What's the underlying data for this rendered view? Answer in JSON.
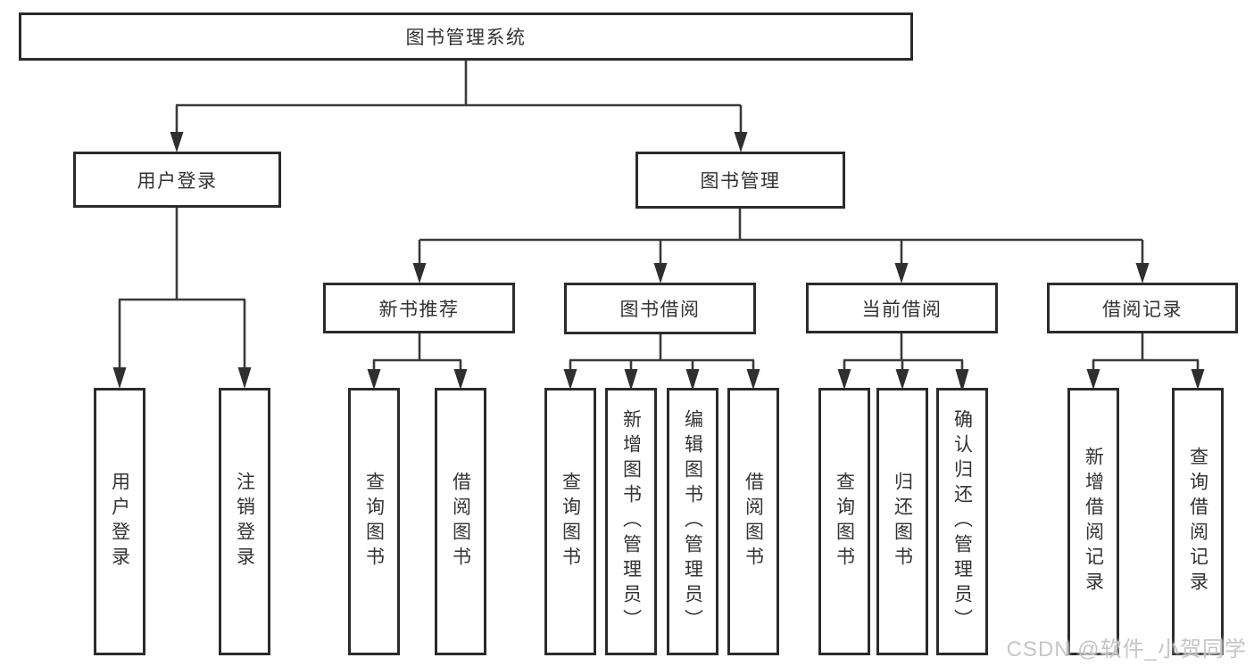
{
  "tree": {
    "root": {
      "label": "图书管理系统",
      "children": [
        {
          "label": "用户登录",
          "children": [
            {
              "label": "用户登录"
            },
            {
              "label": "注销登录"
            }
          ]
        },
        {
          "label": "图书管理",
          "children": [
            {
              "label": "新书推荐",
              "children": [
                {
                  "label": "查询图书"
                },
                {
                  "label": "借阅图书"
                }
              ]
            },
            {
              "label": "图书借阅",
              "children": [
                {
                  "label": "查询图书"
                },
                {
                  "label": "新增图书（管理员）"
                },
                {
                  "label": "编辑图书（管理员）"
                },
                {
                  "label": "借阅图书"
                }
              ]
            },
            {
              "label": "当前借阅",
              "children": [
                {
                  "label": "查询图书"
                },
                {
                  "label": "归还图书"
                },
                {
                  "label": "确认归还（管理员）"
                }
              ]
            },
            {
              "label": "借阅记录",
              "children": [
                {
                  "label": "新增借阅记录"
                },
                {
                  "label": "查询借阅记录"
                }
              ]
            }
          ]
        }
      ]
    }
  },
  "watermark": {
    "text": "CSDN @软件_小贺同学"
  },
  "colors": {
    "box_border": "#2b2b2b",
    "connector_line": "#3a3a3a",
    "text": "#333333",
    "watermark": "#c3c3c3",
    "background": "#ffffff"
  }
}
